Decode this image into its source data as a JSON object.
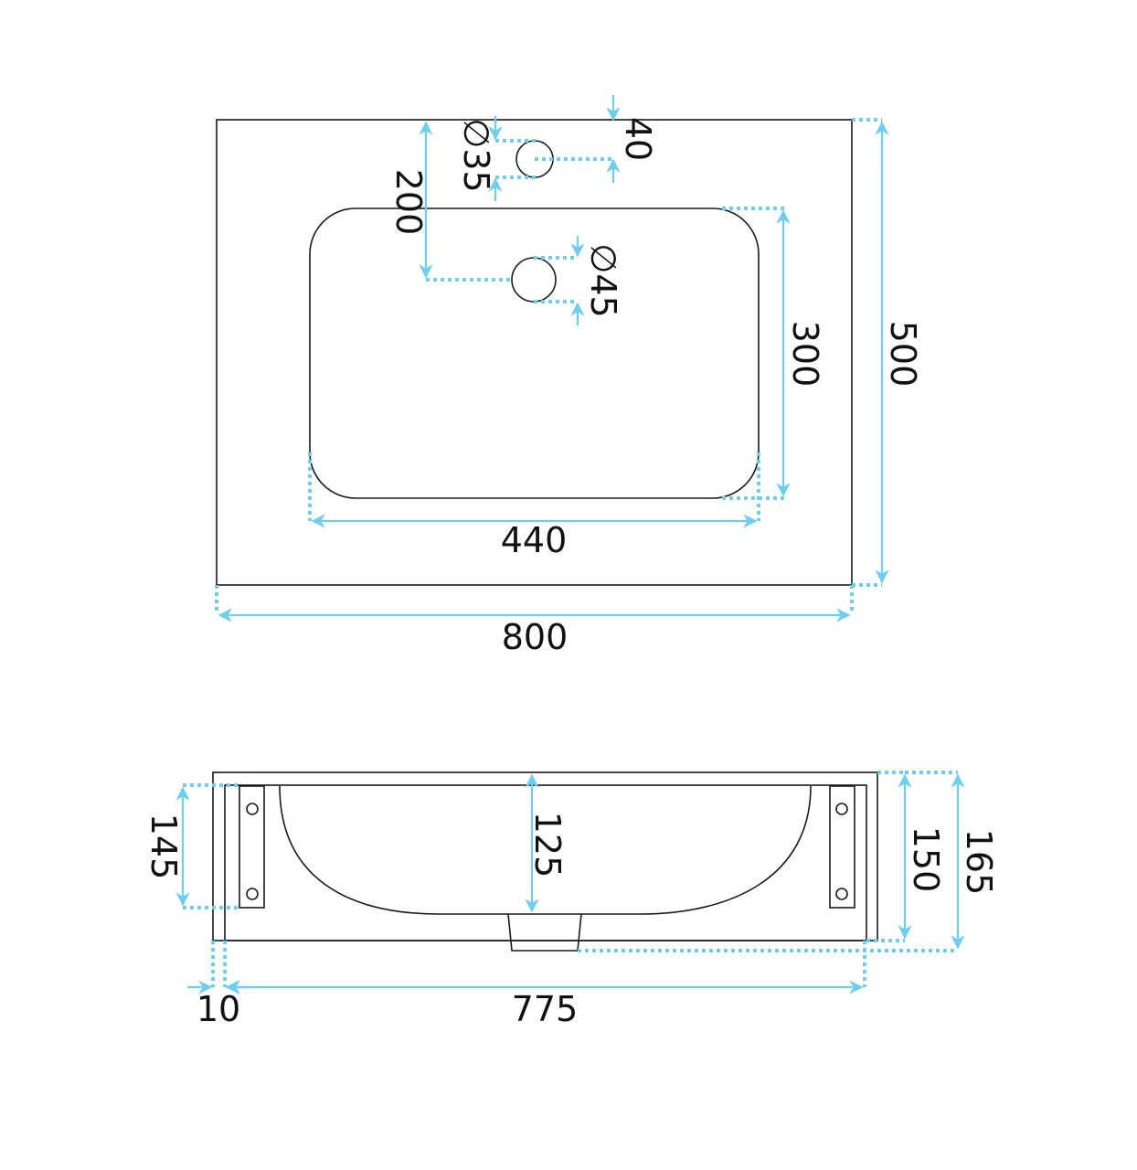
{
  "top_view": {
    "width_label": "800",
    "depth_label": "500",
    "bowl_width_label": "440",
    "bowl_depth_label": "300",
    "tap_offset_label": "200",
    "tap_edge_label": "40",
    "tap_hole_label": "∅35",
    "drain_hole_label": "∅45"
  },
  "side_view": {
    "left_offset_label": "10",
    "length_label": "775",
    "bracket_height_label": "145",
    "bowl_height_label": "125",
    "body_height_label": "150",
    "total_height_label": "165"
  },
  "colors": {
    "dimension": "#6fcdee",
    "outline": "#1a1a1a"
  }
}
